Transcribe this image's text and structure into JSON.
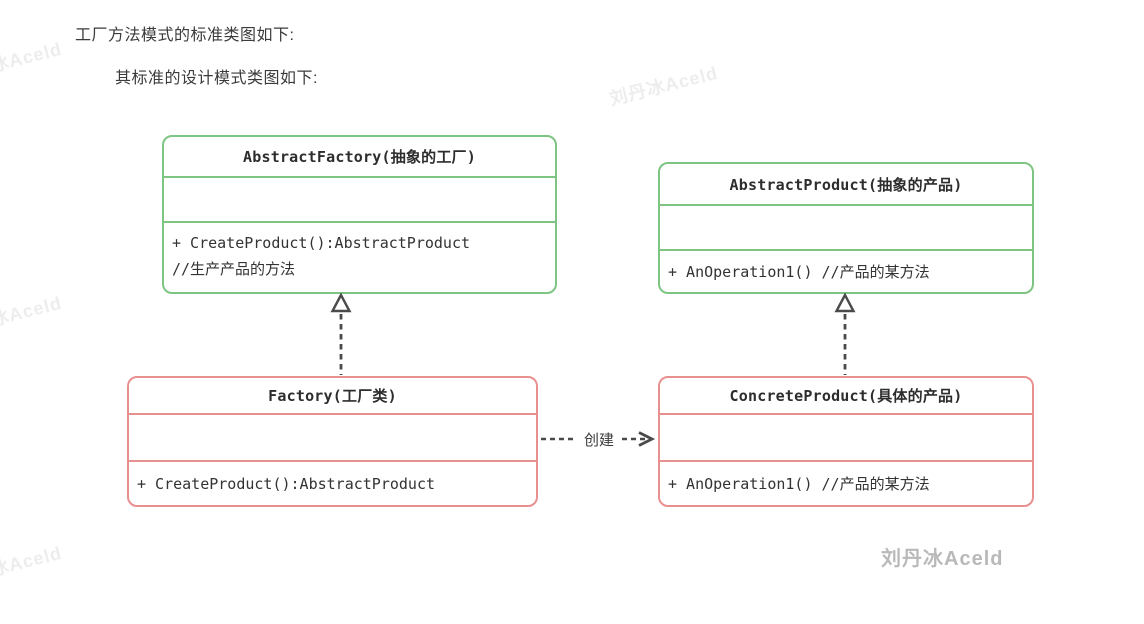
{
  "page": {
    "heading_line1": "工厂方法模式的标准类图如下:",
    "heading_line2": "其标准的设计模式类图如下:"
  },
  "colors": {
    "abstract_class_border": "#7ec583",
    "concrete_class_border": "#e89090",
    "text": "#333333",
    "arrow": "#4a4a4a",
    "watermark_faint": "#ededed",
    "signature_gray": "#b9b9b9"
  },
  "classes": {
    "abstract_factory": {
      "title": "AbstractFactory(抽象的工厂)",
      "attributes": "",
      "method_line1": "+ CreateProduct():AbstractProduct",
      "method_line2": "//生产产品的方法"
    },
    "abstract_product": {
      "title": "AbstractProduct(抽象的产品)",
      "attributes": "",
      "method_line1": "+ AnOperation1() //产品的某方法"
    },
    "factory": {
      "title": "Factory(工厂类)",
      "attributes": "",
      "method_line1": "+ CreateProduct():AbstractProduct"
    },
    "concrete_product": {
      "title": "ConcreteProduct(具体的产品)",
      "attributes": "",
      "method_line1": "+ AnOperation1() //产品的某方法"
    }
  },
  "relations": {
    "factory_realizes_abstract_factory": {
      "type": "realization",
      "from": "Factory",
      "to": "AbstractFactory"
    },
    "concrete_product_realizes_abstract_product": {
      "type": "realization",
      "from": "ConcreteProduct",
      "to": "AbstractProduct"
    },
    "factory_creates_concrete_product": {
      "type": "dependency",
      "from": "Factory",
      "to": "ConcreteProduct",
      "label": "创建"
    }
  },
  "watermark": {
    "faint_text": "刘丹冰Aceld",
    "signature": "刘丹冰Aceld"
  }
}
